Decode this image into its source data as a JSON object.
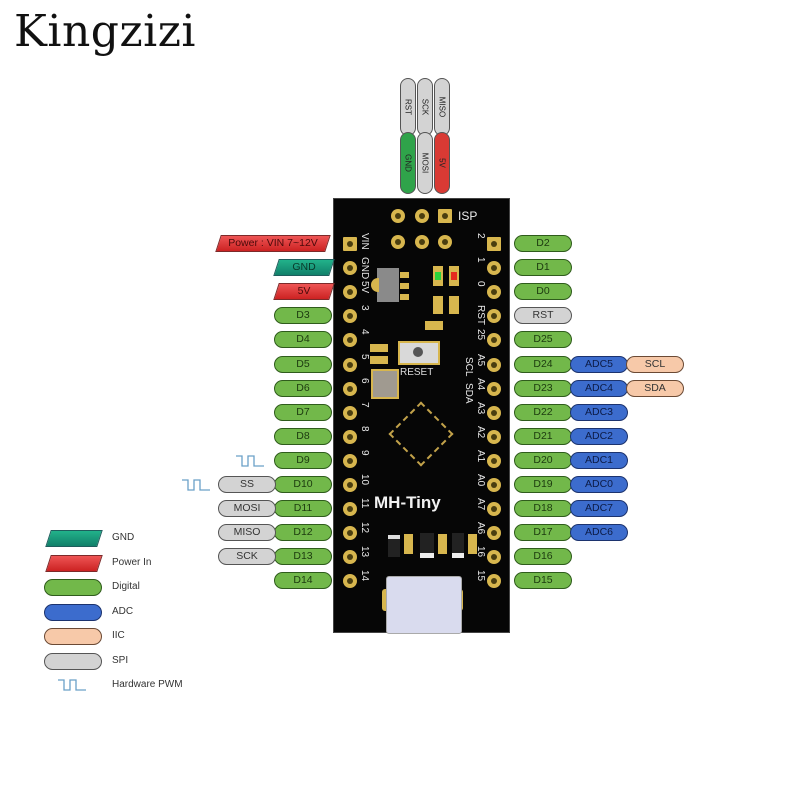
{
  "brand": "Kingzizi",
  "board": {
    "name": "MH-Tiny",
    "isp_label": "ISP",
    "reset_label": "RESET",
    "left_pin_labels": [
      "VIN",
      "GND",
      "5V",
      "3",
      "4",
      "5",
      "6",
      "7",
      "8",
      "9",
      "10",
      "11",
      "12",
      "13",
      "14"
    ],
    "right_pin_labels": [
      "2",
      "1",
      "0",
      "RST",
      "25",
      "A5",
      "A4",
      "A3",
      "A2",
      "A1",
      "A0",
      "A7",
      "A6",
      "16",
      "15"
    ],
    "right_extra_labels": {
      "scl": "SCL",
      "sda": "SDA"
    }
  },
  "isp_header": {
    "top_row": [
      "RST",
      "SCK",
      "MISO"
    ],
    "bottom_row": [
      "GND",
      "MOSI",
      "5V"
    ]
  },
  "left_pins": [
    {
      "label": "Power : VIN  7~12V",
      "type": "power"
    },
    {
      "label": "GND",
      "type": "gnd"
    },
    {
      "label": "5V",
      "type": "power"
    },
    {
      "label": "D3",
      "type": "digital"
    },
    {
      "label": "D4",
      "type": "digital"
    },
    {
      "label": "D5",
      "type": "digital"
    },
    {
      "label": "D6",
      "type": "digital"
    },
    {
      "label": "D7",
      "type": "digital"
    },
    {
      "label": "D8",
      "type": "digital"
    },
    {
      "label": "D9",
      "type": "digital",
      "pwm": true
    },
    {
      "label": "D10",
      "type": "digital",
      "spi": "SS",
      "pwm": true
    },
    {
      "label": "D11",
      "type": "digital",
      "spi": "MOSI"
    },
    {
      "label": "D12",
      "type": "digital",
      "spi": "MISO"
    },
    {
      "label": "D13",
      "type": "digital",
      "spi": "SCK"
    },
    {
      "label": "D14",
      "type": "digital"
    }
  ],
  "right_pins": [
    {
      "label": "D2",
      "type": "digital"
    },
    {
      "label": "D1",
      "type": "digital"
    },
    {
      "label": "D0",
      "type": "digital"
    },
    {
      "label": "RST",
      "type": "spi"
    },
    {
      "label": "D25",
      "type": "digital"
    },
    {
      "label": "D24",
      "type": "digital",
      "adc": "ADC5",
      "iic": "SCL"
    },
    {
      "label": "D23",
      "type": "digital",
      "adc": "ADC4",
      "iic": "SDA"
    },
    {
      "label": "D22",
      "type": "digital",
      "adc": "ADC3"
    },
    {
      "label": "D21",
      "type": "digital",
      "adc": "ADC2"
    },
    {
      "label": "D20",
      "type": "digital",
      "adc": "ADC1"
    },
    {
      "label": "D19",
      "type": "digital",
      "adc": "ADC0"
    },
    {
      "label": "D18",
      "type": "digital",
      "adc": "ADC7"
    },
    {
      "label": "D17",
      "type": "digital",
      "adc": "ADC6"
    },
    {
      "label": "D16",
      "type": "digital"
    },
    {
      "label": "D15",
      "type": "digital"
    }
  ],
  "legend": [
    {
      "label": "GND",
      "type": "gnd"
    },
    {
      "label": "Power In",
      "type": "power"
    },
    {
      "label": "Digital",
      "type": "digital"
    },
    {
      "label": "ADC",
      "type": "adc"
    },
    {
      "label": "IIC",
      "type": "iic"
    },
    {
      "label": "SPI",
      "type": "spi"
    },
    {
      "label": "Hardware PWM",
      "type": "pwm"
    }
  ],
  "colors": {
    "digital": "#72b84a",
    "adc": "#3c6ccd",
    "iic": "#f7c9a9",
    "spi": "#d3d3d3",
    "power": "#dd3333",
    "gnd": "#1a9a7a",
    "pwm": "#6aa0c8",
    "board": "#060606",
    "pad": "#d7b64e"
  }
}
